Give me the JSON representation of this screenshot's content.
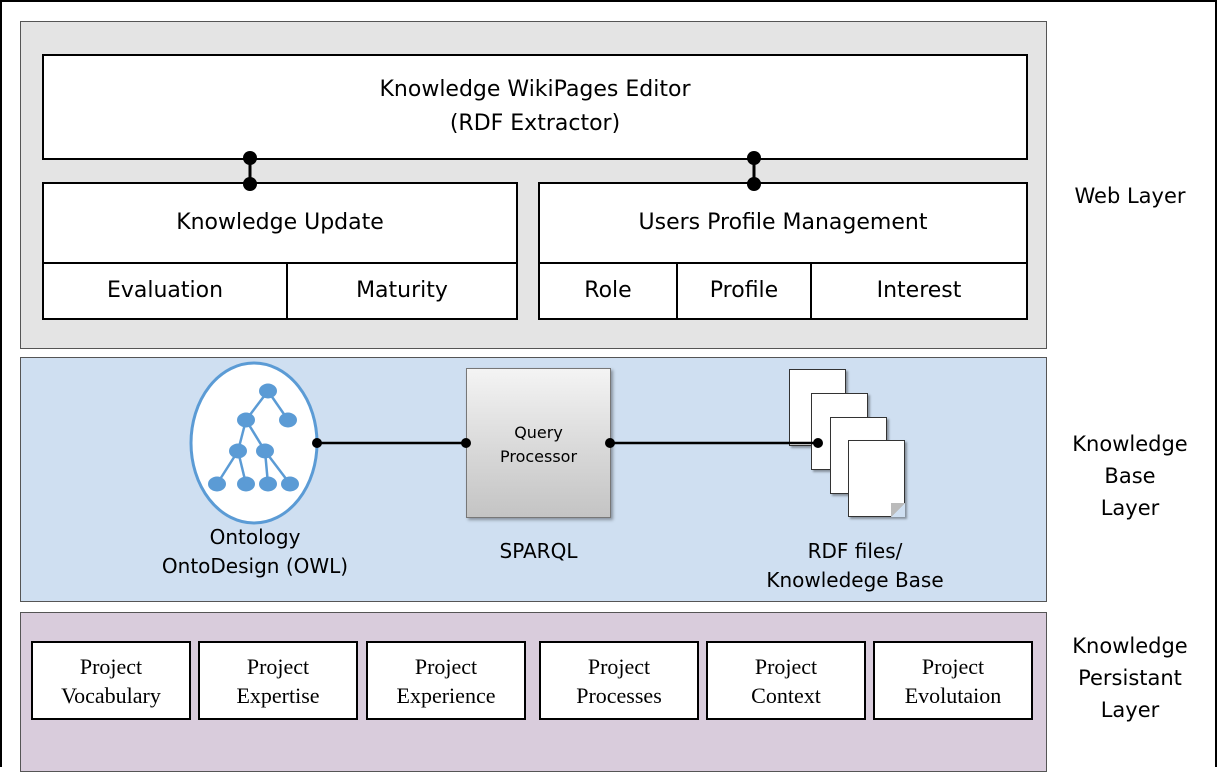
{
  "web_layer": {
    "side_label": "Web Layer",
    "editor": {
      "line1": "Knowledge WikiPages Editor",
      "line2": "(RDF Extractor)"
    },
    "knowledge_update": {
      "title": "Knowledge Update",
      "cells": [
        "Evaluation",
        "Maturity"
      ]
    },
    "users_profile": {
      "title": "Users Profile Management",
      "cells": [
        "Role",
        "Profile",
        "Interest"
      ]
    }
  },
  "kb_layer": {
    "side_label": [
      "Knowledge",
      "Base",
      "Layer"
    ],
    "ontology": {
      "line1": "Ontology",
      "line2": "OntoDesign (OWL)"
    },
    "query_processor": {
      "line1": "Query",
      "line2": "Processor",
      "caption": "SPARQL"
    },
    "rdf": {
      "line1": "RDF files/",
      "line2": "Knowledege Base"
    }
  },
  "persist_layer": {
    "side_label": [
      "Knowledge",
      "Persistant",
      "Layer"
    ],
    "boxes": [
      {
        "line1": "Project",
        "line2": "Vocabulary"
      },
      {
        "line1": "Project",
        "line2": "Expertise"
      },
      {
        "line1": "Project",
        "line2": "Experience"
      },
      {
        "line1": "Project",
        "line2": "Processes"
      },
      {
        "line1": "Project",
        "line2": "Context"
      },
      {
        "line1": "Project",
        "line2": "Evolutaion"
      }
    ]
  },
  "colors": {
    "web_band": "#e4e4e4",
    "kb_band": "#cfdff1",
    "persist_band": "#d9ccdc",
    "node_blue": "#5b9bd5"
  }
}
